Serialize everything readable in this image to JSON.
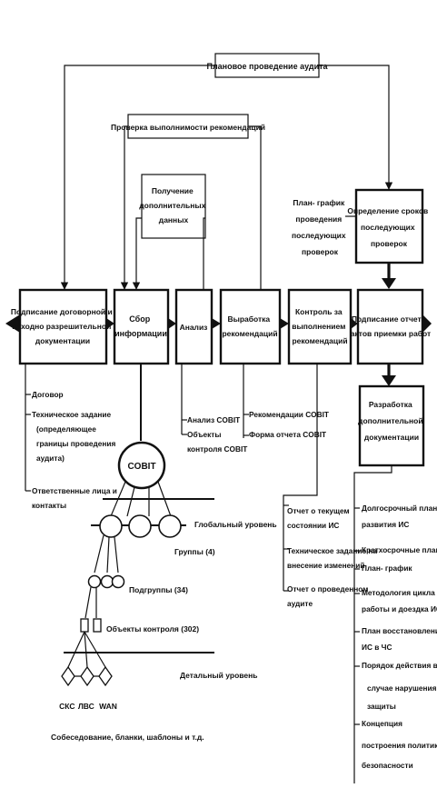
{
  "diagram": {
    "planned_audit": "Плановое проведение аудита",
    "check_recommendations": "Проверка выполнимости рекомендаций",
    "additional_data": [
      "Получение",
      "дополнительных",
      "данных"
    ],
    "schedule_note": [
      "План- график",
      "проведения",
      "последующих",
      "проверок"
    ],
    "define_dates": [
      "Определение сроков",
      "последующих",
      "проверок"
    ],
    "contract": [
      "Подписание договорной и",
      "исходно разрешительной",
      "документации"
    ],
    "collect": [
      "Сбор",
      "информации"
    ],
    "analysis": "Анализ",
    "develop": [
      "Выработка",
      "рекомендаций"
    ],
    "control": [
      "Контроль за",
      "выполнением",
      "рекомендаций"
    ],
    "sign_report": [
      "Подписание отчета,",
      "актов приемки работ"
    ],
    "develop_docs": [
      "Разработка",
      "дополнительной",
      "документации"
    ],
    "contract_docs": [
      "Договор",
      "Техническое задание",
      "(определяющее",
      "границы проведения",
      "аудита)",
      "Ответственные лица и",
      "контакты"
    ],
    "analysis_items": [
      "Анализ COBIT",
      "Объекты",
      "контроля COBIT"
    ],
    "rec_items": [
      "Рекомендации COBIT",
      "Форма отчета COBIT"
    ],
    "report_items": [
      "Отчет о текущем",
      "состоянии ИС",
      "Техническое задание на",
      "внесение изменений",
      "Отчет о проведенном",
      "аудите"
    ],
    "final_docs": [
      "Долгосрочный план",
      "развития ИС",
      "Кратхосрочные планы",
      "План- график",
      "Методология цикла",
      "работы и доездка ИС",
      "План восстановления",
      "ИС в ЧС",
      "Порядок действия в",
      "случае  нарушения",
      "защиты",
      "Концепция",
      "построения политики",
      "безопасности"
    ],
    "cobit": "COBIT",
    "global_level": "Глобальный уровень",
    "groups": "Группы (4)",
    "subgroups": "Подгруппы (34)",
    "control_objects": "Объекты контроля (302)",
    "detail_level": "Детальный уровень",
    "leaf_labels": [
      "СКС",
      "ЛВС",
      "WAN"
    ],
    "footer": "Собеседование, бланки, шаблоны и т.д."
  }
}
